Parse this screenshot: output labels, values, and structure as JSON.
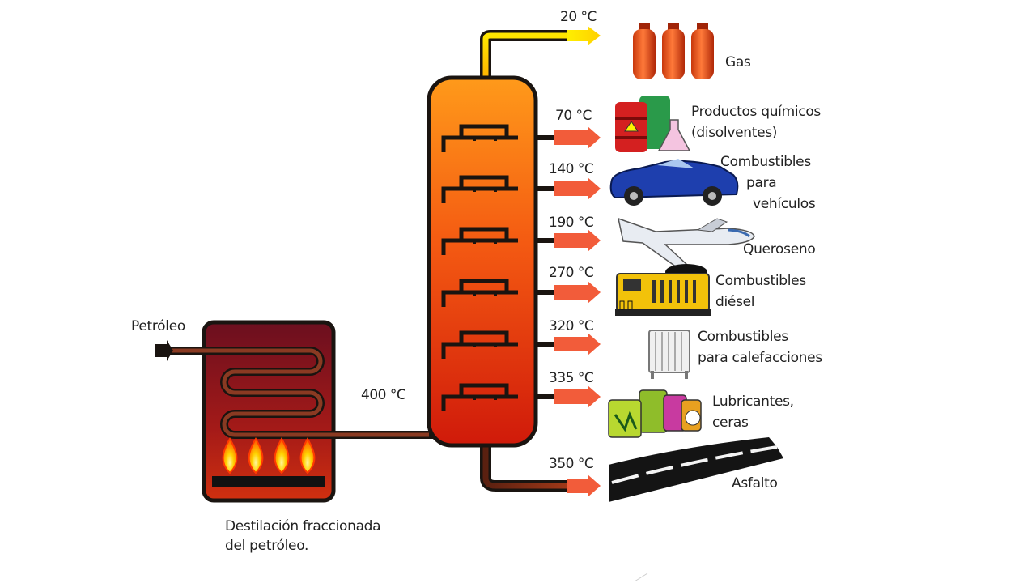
{
  "input_label": "Petróleo",
  "furnace_temp": "400 °C",
  "caption": [
    "Destilación fraccionada",
    "del petróleo."
  ],
  "fractions": [
    {
      "temp": "20 °C",
      "product": [
        "Gas"
      ],
      "icon": "gas-cylinders-icon"
    },
    {
      "temp": "70 °C",
      "product": [
        "Productos químicos",
        "(disolventes)"
      ],
      "icon": "chemical-drums-icon"
    },
    {
      "temp": "140 °C",
      "product": [
        "Combustibles",
        "para",
        "vehículos"
      ],
      "icon": "car-icon"
    },
    {
      "temp": "190 °C",
      "product": [
        "Queroseno"
      ],
      "icon": "airplane-icon"
    },
    {
      "temp": "270 °C",
      "product": [
        "Combustibles",
        "diésel"
      ],
      "icon": "locomotive-icon"
    },
    {
      "temp": "320 °C",
      "product": [
        "Combustibles",
        "para calefacciones"
      ],
      "icon": "radiator-icon"
    },
    {
      "temp": "335 °C",
      "product": [
        "Lubricantes,",
        "ceras"
      ],
      "icon": "oil-cans-icon"
    },
    {
      "temp": "350 °C",
      "product": [
        "Asfalto"
      ],
      "icon": "asphalt-road-icon"
    }
  ],
  "colors": {
    "pipe": "#1a1410",
    "column_top": "#ff9a1a",
    "column_bottom": "#d01a0a",
    "furnace_top": "#6b0f1f",
    "furnace_bottom": "#c0200f",
    "gas_arrow": "#ffe600",
    "hot_arrow": "#f04018"
  }
}
